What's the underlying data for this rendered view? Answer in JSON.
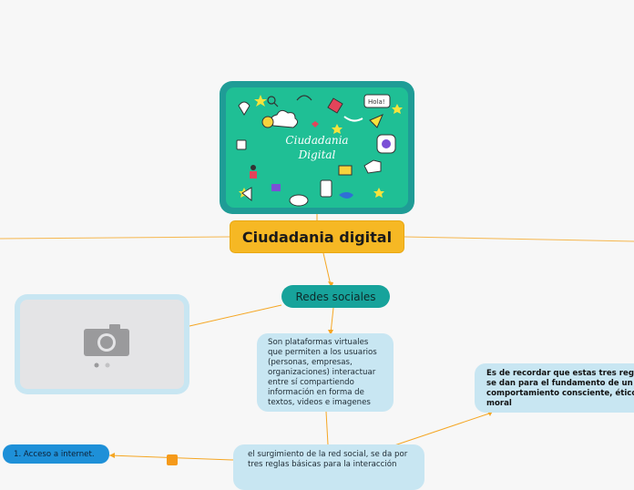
{
  "central": {
    "title": "Ciudadania digital"
  },
  "image": {
    "caption_line1": "Ciudadania",
    "caption_line2": "Digital",
    "sign_text": "Hola!"
  },
  "nodes": {
    "redes": "Redes sociales",
    "definicion": "Son plataformas virtuales que permiten a los usuarios (personas, empresas, organizaciones) interactuar entre sí compartiendo información en forma de textos, videos e imagenes",
    "nota": "Es de recordar que estas tres reglas se dan para el fundamento de un comportamiento consciente, ético y moral",
    "origen": "el surgimiento de la red social, se da por tres reglas básicas para la interacción",
    "acceso": "1. Acceso a internet."
  },
  "colors": {
    "central": "#f6b824",
    "main_topic": "#17a39b",
    "subtopic": "#c8e6f2",
    "leaf": "#1e90d8",
    "connector": "#f5a623",
    "image_frame": "#1f9c96",
    "image_bg": "#1fbf95"
  }
}
